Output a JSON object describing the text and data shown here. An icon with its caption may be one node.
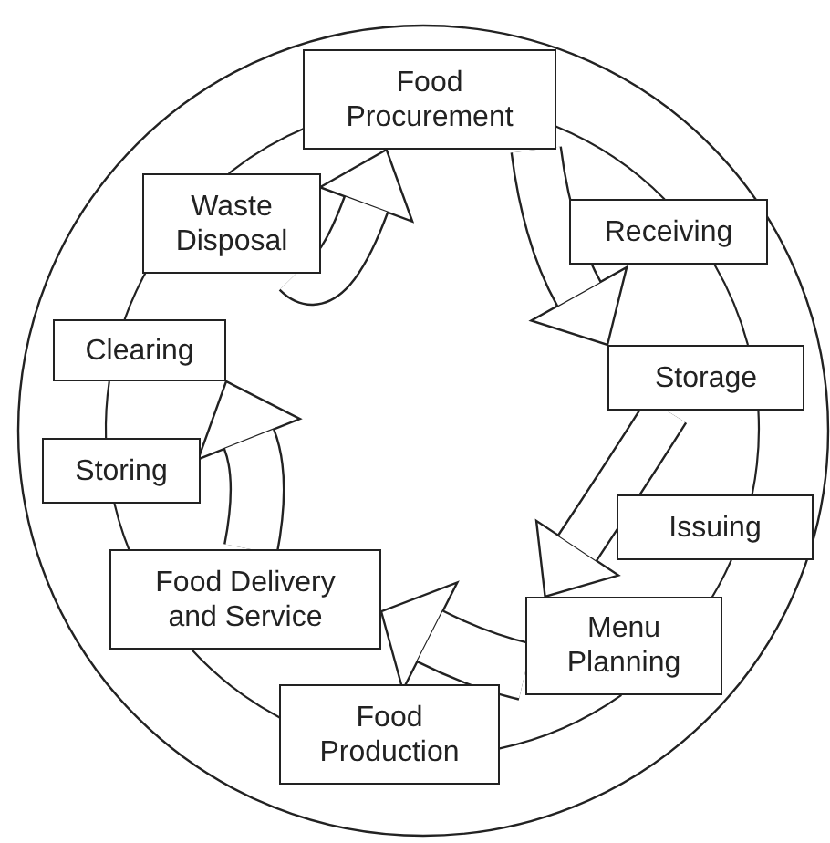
{
  "diagram": {
    "nodes": [
      {
        "text": [
          "Food Procurement"
        ]
      },
      {
        "text": [
          "Waste Disposal"
        ]
      },
      {
        "text": [
          "Receiving"
        ]
      },
      {
        "text": [
          "Clearing"
        ]
      },
      {
        "text": [
          "Storage"
        ]
      },
      {
        "text": [
          "Storing"
        ]
      },
      {
        "text": [
          "Issuing"
        ]
      },
      {
        "text": [
          "Food Delivery and Service"
        ]
      },
      {
        "text": [
          "Menu Planning"
        ]
      },
      {
        "text": [
          "Food Production"
        ]
      }
    ],
    "edges": [
      {
        "from": 0,
        "to": 2,
        "arrow": "none"
      },
      {
        "from": 2,
        "to": 4,
        "arrow": "none"
      },
      {
        "from": 4,
        "to": 6,
        "arrow": "none"
      },
      {
        "from": 6,
        "to": 8,
        "arrow": "none"
      },
      {
        "from": 8,
        "to": 9,
        "arrow": "none"
      },
      {
        "from": 9,
        "to": 7,
        "arrow": "none"
      },
      {
        "from": 7,
        "to": 5,
        "arrow": "none"
      },
      {
        "from": 5,
        "to": 3,
        "arrow": "none"
      },
      {
        "from": 3,
        "to": 1,
        "arrow": "none"
      },
      {
        "from": 1,
        "to": 0,
        "arrow": "none"
      },
      {
        "from": 0,
        "to": 4,
        "arrow": "to",
        "style": "thick"
      },
      {
        "from": 4,
        "to": 8,
        "arrow": "to",
        "style": "thick"
      },
      {
        "from": 8,
        "to": 7,
        "arrow": "to",
        "style": "thick"
      },
      {
        "from": 7,
        "to": 3,
        "arrow": "to",
        "style": "thick"
      },
      {
        "from": 1,
        "to": 0,
        "arrow": "to",
        "style": "thick"
      }
    ]
  }
}
